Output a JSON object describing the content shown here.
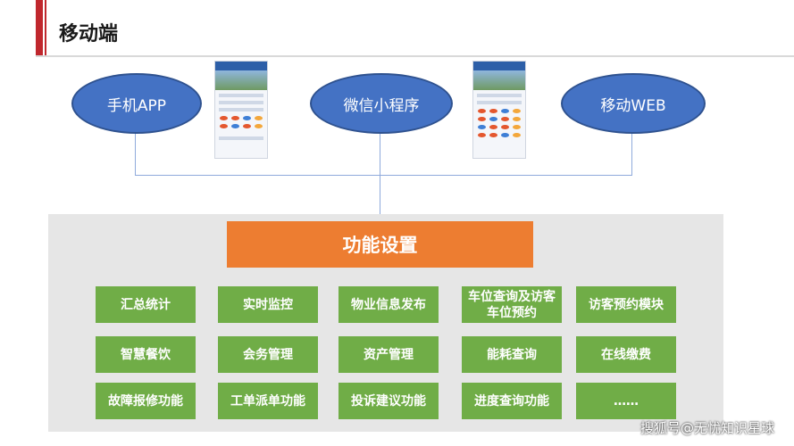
{
  "header": {
    "title": "移动端"
  },
  "platforms": [
    {
      "label": "手机APP"
    },
    {
      "label": "微信小程序"
    },
    {
      "label": "移动WEB"
    }
  ],
  "center": {
    "label": "功能设置"
  },
  "modules": [
    "汇总统计",
    "实时监控",
    "物业信息发布",
    "车位查询及访客车位预约",
    "访客预约模块",
    "智慧餐饮",
    "会务管理",
    "资产管理",
    "能耗查询",
    "在线缴费",
    "故障报修功能",
    "工单派单功能",
    "投诉建议功能",
    "进度查询功能",
    "……"
  ],
  "watermark": "搜狐号@无忧知识星球",
  "colors": {
    "accent": "#c0272d",
    "platform": "#4472c4",
    "center": "#ed7d31",
    "module": "#70ad47"
  }
}
